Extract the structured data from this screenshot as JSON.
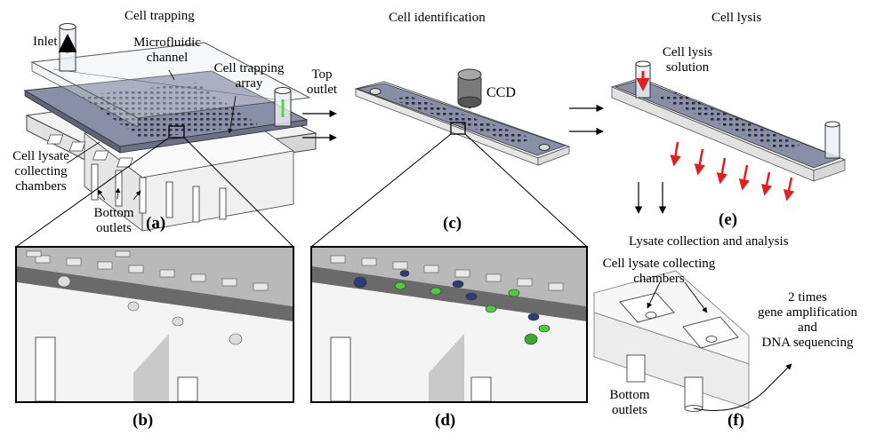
{
  "headings": {
    "cell_trapping": "Cell trapping",
    "cell_identification": "Cell identification",
    "cell_lysis": "Cell lysis",
    "lysate_collection": "Lysate collection and analysis"
  },
  "labels": {
    "inlet": "Inlet",
    "microfluidic_channel": "Microfluidic\nchannel",
    "cell_trapping_array": "Cell trapping\narray",
    "top_outlet": "Top\noutlet",
    "cell_lysate_collecting_chambers_a": "Cell lysate\ncollecting\nchambers",
    "bottom_outlets_a": "Bottom\noutlets",
    "ccd": "CCD",
    "cell_lysis_solution": "Cell lysis\nsolution",
    "cell_lysate_collecting_chambers_f": "Cell lysate collecting\nchambers",
    "bottom_outlets_f": "Bottom\noutlets",
    "analysis_steps": "2 times\ngene amplification\nand\nDNA sequencing"
  },
  "panels": {
    "a": "(a)",
    "b": "(b)",
    "c": "(c)",
    "d": "(d)",
    "e": "(e)",
    "f": "(f)"
  },
  "colors": {
    "device_plate": "#8a8fa8",
    "trap_green": "#4ecb3c",
    "trap_blue": "#2f3a7a",
    "flow_arrow_green": "#5bd24a",
    "lysis_arrow_red": "#e02020"
  }
}
